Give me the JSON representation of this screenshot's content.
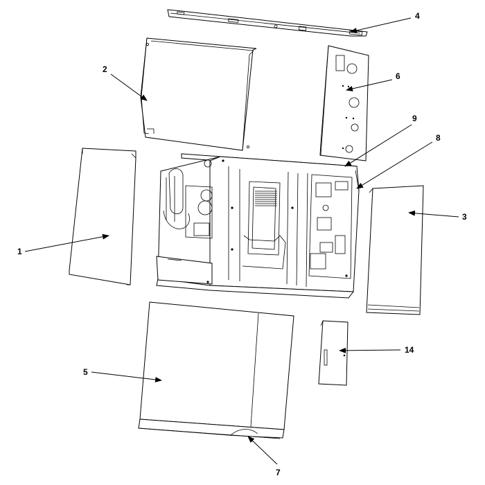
{
  "callouts": [
    {
      "id": "top_cover",
      "label": "4"
    },
    {
      "id": "rear_panel",
      "label": "2"
    },
    {
      "id": "control_panel",
      "label": "6"
    },
    {
      "id": "frame_top",
      "label": "9"
    },
    {
      "id": "frame_side",
      "label": "8"
    },
    {
      "id": "left_panel",
      "label": "1"
    },
    {
      "id": "right_panel",
      "label": "3"
    },
    {
      "id": "front_panel",
      "label": "5"
    },
    {
      "id": "access_panel",
      "label": "14"
    },
    {
      "id": "front_bottom",
      "label": "7"
    }
  ],
  "colors": {
    "line": "#000000",
    "background": "#ffffff"
  }
}
